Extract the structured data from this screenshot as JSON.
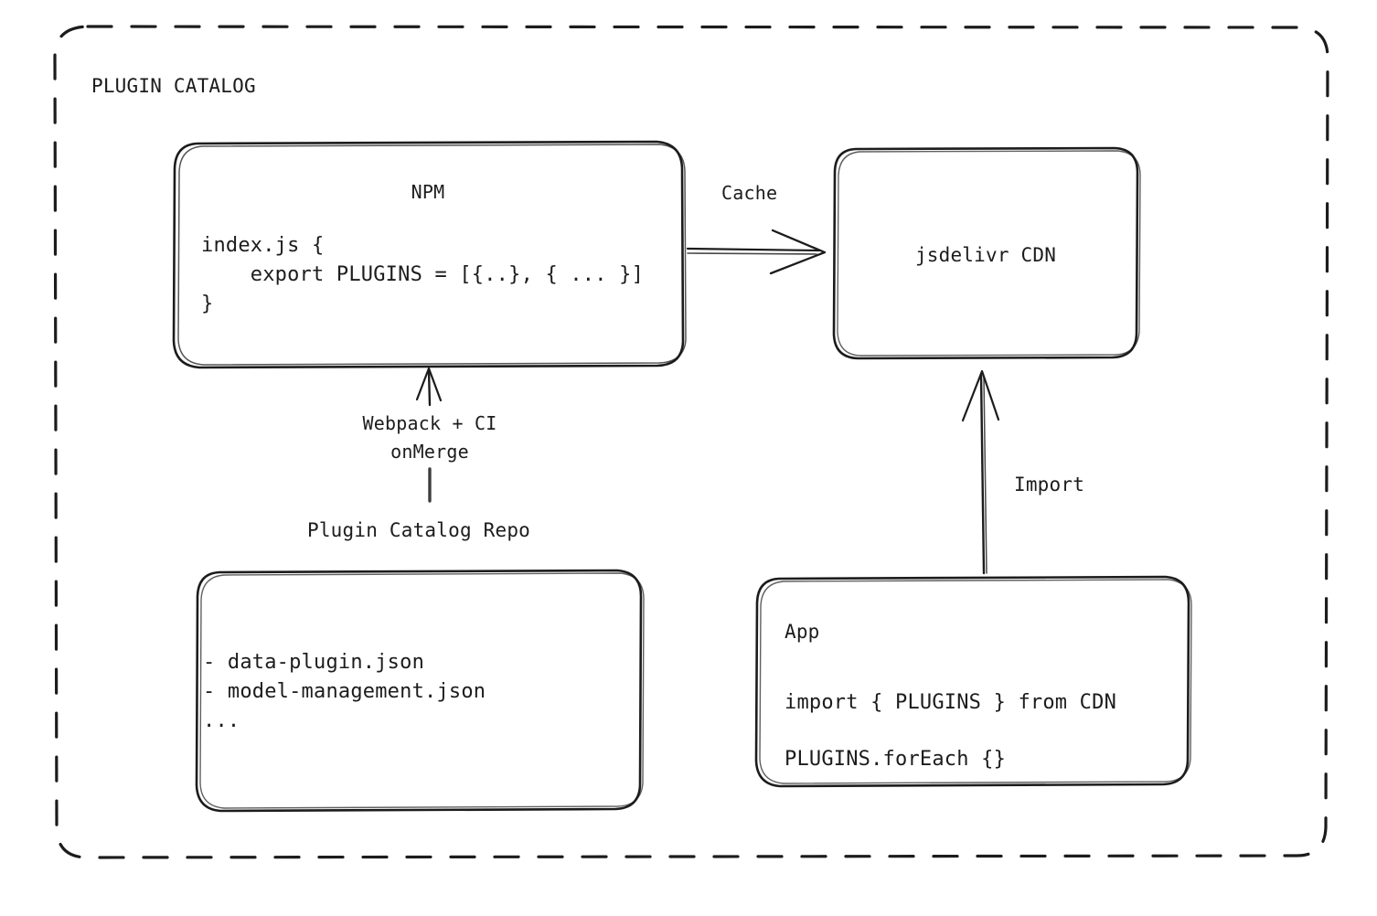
{
  "diagram": {
    "title": "PLUGIN CATALOG",
    "border_style": "dashed-rounded",
    "ink_color": "#1c1c1c",
    "background_color": "#ffffff",
    "nodes": {
      "npm": {
        "title": "NPM",
        "code": "index.js {\n    export PLUGINS = [{..}, { ... }]\n}"
      },
      "cdn": {
        "title": "jsdelivr CDN"
      },
      "repo": {
        "title": "Plugin Catalog Repo",
        "files": "- data-plugin.json\n- model-management.json\n..."
      },
      "app": {
        "title": "App",
        "line1": "import { PLUGINS } from CDN",
        "line2": "PLUGINS.forEach {}"
      }
    },
    "edges": {
      "cache": {
        "label": "Cache",
        "from": "npm",
        "to": "cdn",
        "direction": "right"
      },
      "build": {
        "label": "Webpack + CI\nonMerge",
        "from": "repo",
        "to": "npm",
        "direction": "up"
      },
      "import": {
        "label": "Import",
        "from": "app",
        "to": "cdn",
        "direction": "up"
      }
    }
  }
}
